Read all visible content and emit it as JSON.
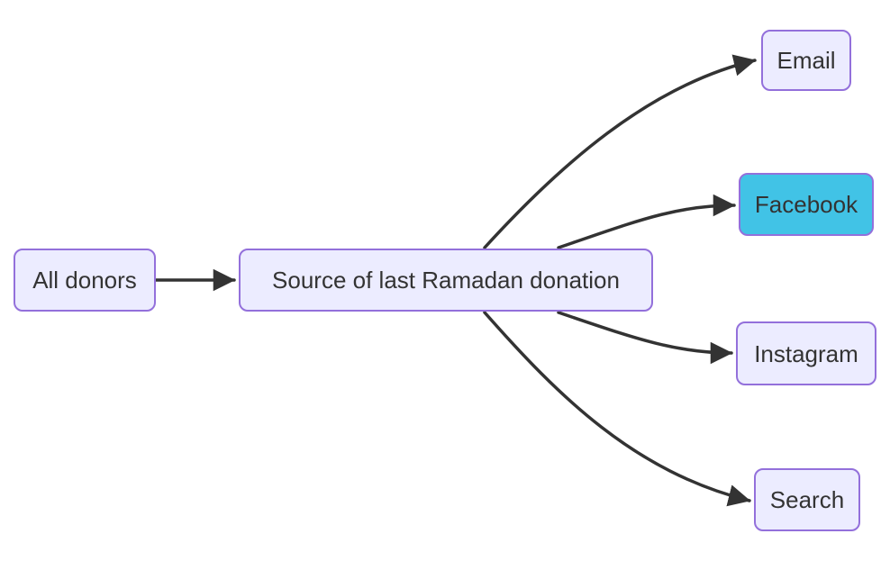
{
  "colors": {
    "background": "#FFFFFF",
    "node_fill": "#ECECFF",
    "node_border": "#9370DB",
    "highlight_fill": "#41C3E6",
    "edge": "#333333",
    "text": "#333333"
  },
  "nodes": [
    {
      "id": "all-donors",
      "label": "All donors",
      "highlighted": false
    },
    {
      "id": "source-of-last-ramadan-donation",
      "label": "Source of last Ramadan donation",
      "highlighted": false
    },
    {
      "id": "email",
      "label": "Email",
      "highlighted": false
    },
    {
      "id": "facebook",
      "label": "Facebook",
      "highlighted": true
    },
    {
      "id": "instagram",
      "label": "Instagram",
      "highlighted": false
    },
    {
      "id": "search",
      "label": "Search",
      "highlighted": false
    }
  ],
  "edges": [
    {
      "from": "All donors",
      "to": "Source of last Ramadan donation"
    },
    {
      "from": "Source of last Ramadan donation",
      "to": "Email"
    },
    {
      "from": "Source of last Ramadan donation",
      "to": "Facebook"
    },
    {
      "from": "Source of last Ramadan donation",
      "to": "Instagram"
    },
    {
      "from": "Source of last Ramadan donation",
      "to": "Search"
    }
  ]
}
